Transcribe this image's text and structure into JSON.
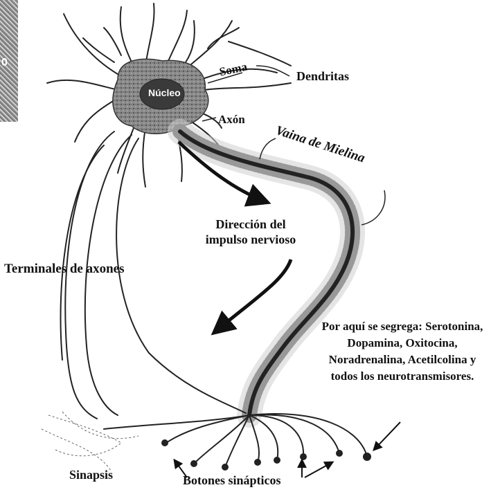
{
  "labels": {
    "nucleo": "Núcleo",
    "soma": "Soma",
    "dendritas": "Dendritas",
    "axon": "Axón",
    "vaina": "Vaina de Mielina",
    "direccion": "Dirección del impulso nervioso",
    "terminales": "Terminales de axones",
    "por_aqui": "Por aquí se segrega: Serotonina, Dopamina, Oxitocina, Noradrenalina, Acetilcolina y todos los neurotransmisores.",
    "sinapsis": "Sinapsis",
    "botones": "Botones sinápticos"
  },
  "corner_fragment": "0",
  "colors": {
    "ink": "#111111",
    "paper": "#ffffff",
    "soma_fill": "#6e6e6e"
  },
  "icons": [
    "neuron-illustration",
    "arrow-icon"
  ]
}
